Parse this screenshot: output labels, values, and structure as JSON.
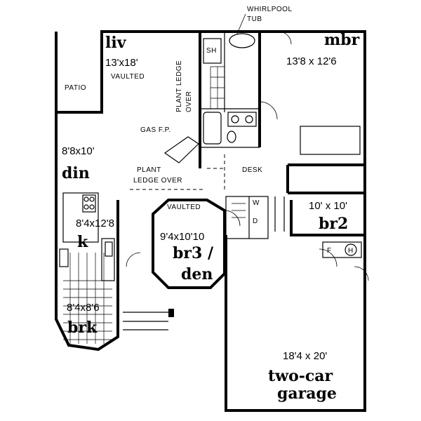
{
  "rooms": {
    "liv": {
      "name": "liv",
      "dim": "13'x18'",
      "note": "VAULTED"
    },
    "mbr": {
      "name": "mbr",
      "dim": "13'8 x 12'6"
    },
    "din": {
      "name": "din",
      "dim": "8'8x10'"
    },
    "k": {
      "name": "k",
      "dim": "8'4x12'8"
    },
    "br3": {
      "name_line1": "br3 /",
      "name_line2": "den",
      "dim": "9'4x10'10",
      "note": "VAULTED"
    },
    "br2": {
      "name": "br2",
      "dim": "10' x 10'"
    },
    "brk": {
      "name": "brk",
      "dim": "8'4x8'6"
    },
    "garage": {
      "name_line1": "two-car",
      "name_line2": "garage",
      "dim": "18'4 x 20'"
    }
  },
  "labels": {
    "patio": "PATIO",
    "whirlpool_line1": "WHIRLPOOL",
    "whirlpool_line2": "TUB",
    "plant_ledge_over_v1": "PLANT LEDGE",
    "plant_ledge_over_v2": "OVER",
    "gas_fp": "GAS F.P.",
    "plant_ledge_h1": "PLANT",
    "plant_ledge_h2": "LEDGE OVER",
    "desk": "DESK",
    "shower": "SH",
    "washer": "W",
    "dryer": "D",
    "furnace": "F",
    "water_heater": "H"
  }
}
